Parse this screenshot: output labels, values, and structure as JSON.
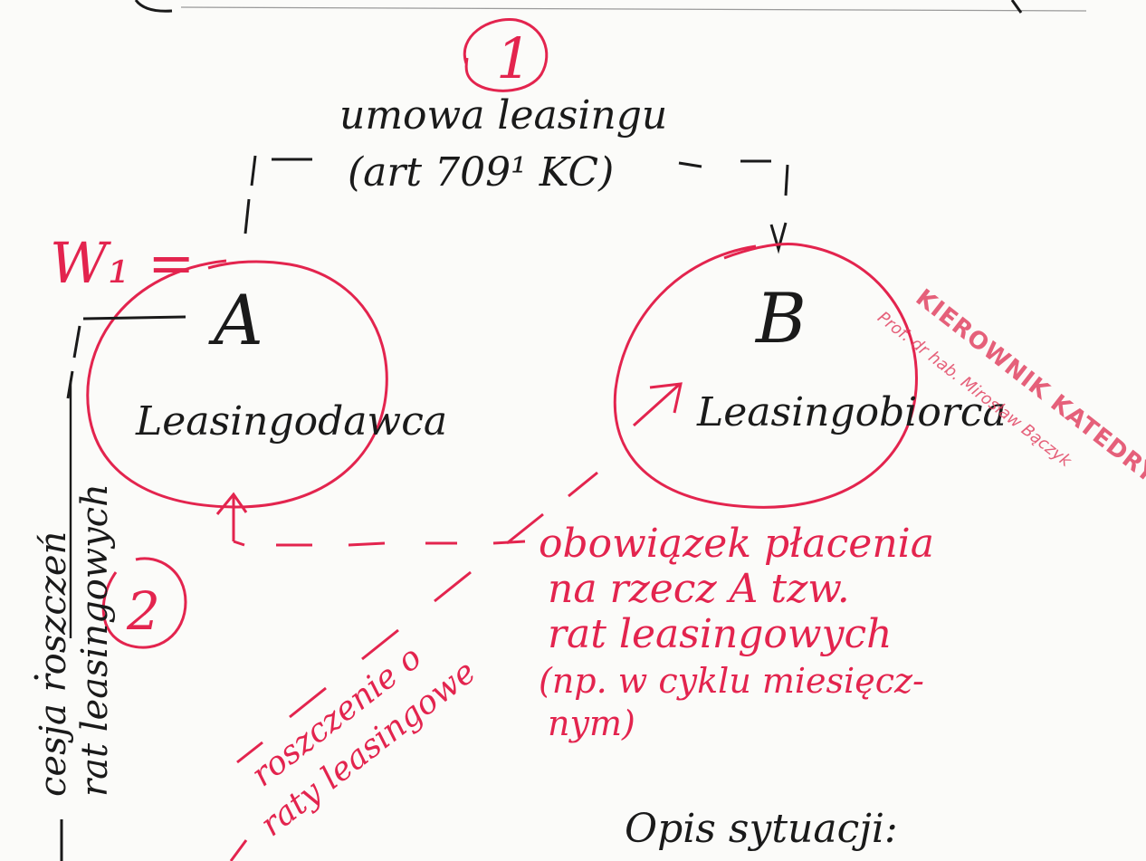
{
  "diagram": {
    "circle_1_label": "1",
    "circle_2_label": "2",
    "top_label_line1": "umowa leasingu",
    "top_label_line2": "(art 709¹ KC)",
    "w1_label": "W₁ =",
    "node_a": {
      "letter": "A",
      "name": "Leasingodawca"
    },
    "node_b": {
      "letter": "B",
      "name": "Leasingobiorca"
    },
    "left_vertical_line1": "cesja roszczeń",
    "left_vertical_line2": "rat leasingowych",
    "bottom_diag_line1": "roszczenie o",
    "bottom_diag_line2": "raty leasingowe",
    "obligation_lines": [
      "obowiązek płacenia",
      "na rzecz A tzw.",
      "rat leasingowych",
      "(np. w cyklu miesięcz-",
      "nym)"
    ],
    "bottom_text": "Opis sytuacji:",
    "stamp": {
      "line1": "KIEROWNIK KATEDRY",
      "line2": "Prof. dr hab. Mirosław Bączyk"
    }
  },
  "colors": {
    "ink_black": "#1a1a1a",
    "ink_red": "#e3244e",
    "stamp": "#e24664"
  }
}
